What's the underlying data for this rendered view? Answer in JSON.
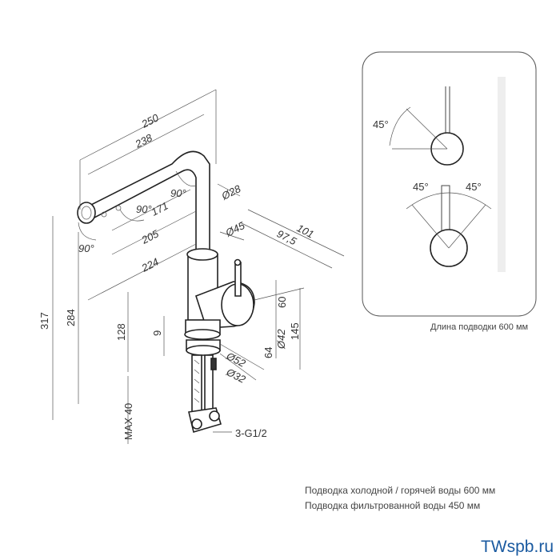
{
  "dimensions": {
    "d250": "250",
    "d238": "238",
    "d171": "171",
    "d205": "205",
    "d224": "224",
    "a90_top": "90°",
    "a90_mid": "90°",
    "a90_left": "90°",
    "d28": "Ø28",
    "d45": "Ø45",
    "d101": "101",
    "d975": "97,5",
    "d317": "317",
    "d284": "284",
    "d128": "128",
    "d9": "9",
    "d60": "60",
    "d42": "Ø42",
    "d64": "64",
    "d145": "145",
    "d52": "Ø52",
    "d32": "Ø32",
    "max40": "MAX 40",
    "thread": "3-G1/2"
  },
  "inset": {
    "angle_single": "45°",
    "angle_left": "45°",
    "angle_right": "45°",
    "hose_length": "Длина подводки 600 мм"
  },
  "notes": {
    "line1": "Подводка холодной / горячей воды 600 мм",
    "line2": "Подводка фильтрованной воды 450 мм"
  },
  "brand": "TWspb.ru"
}
